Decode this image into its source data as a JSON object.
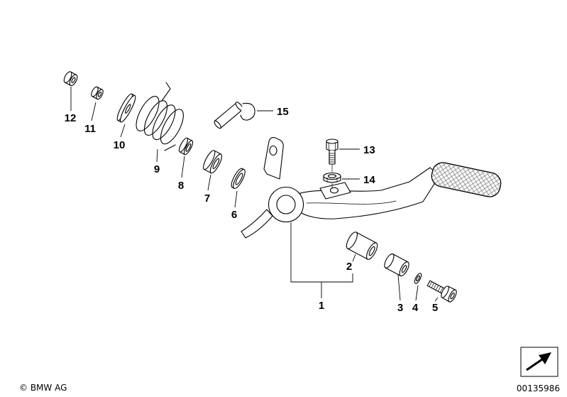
{
  "diagram": {
    "callouts": [
      "1",
      "2",
      "3",
      "4",
      "5",
      "6",
      "7",
      "8",
      "9",
      "10",
      "11",
      "12",
      "13",
      "14",
      "15"
    ],
    "colors": {
      "line": "#000000",
      "hatch": "#7a7a7a",
      "background": "#ffffff"
    }
  },
  "footer": {
    "copyright": "© BMW AG",
    "document_number": "00135986",
    "icon": "direction-arrow"
  }
}
